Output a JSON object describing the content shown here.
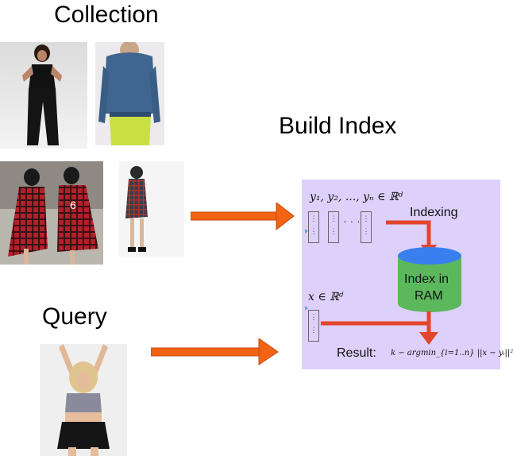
{
  "titles": {
    "collection": "Collection",
    "build_index": "Build Index",
    "query": "Query"
  },
  "panel": {
    "vectors_formula": "y₁, y₂, ..., yₙ ∈ ℝᵈ",
    "indexing": "Indexing",
    "index_line1": "Index in",
    "index_line2": "RAM",
    "query_formula": "x ∈ ℝᵈ",
    "result_label": "Result:",
    "result_formula": "k − argmin_{i=1..n} ||x − yᵢ||²"
  },
  "colors": {
    "arrow_orange": "#f26314",
    "arrow_red": "#e2452c",
    "cylinder_green": "#5cb85c",
    "cylinder_blue": "#3a7ff0",
    "panel_bg": "#ddd0fb"
  }
}
